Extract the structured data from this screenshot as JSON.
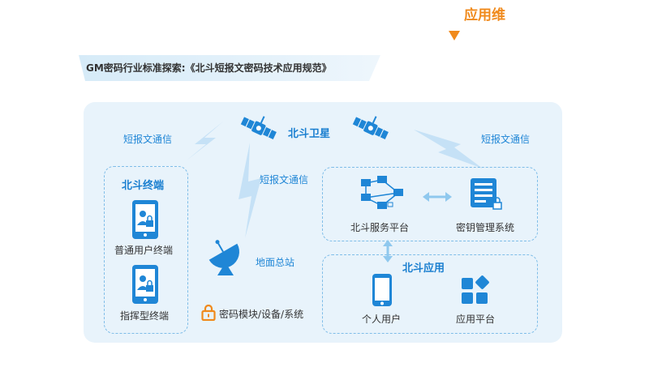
{
  "header": {
    "top_label": "应用维"
  },
  "banner": {
    "title": "GM密码行业标准探索:《北斗短报文密码技术应用规范》"
  },
  "diagram": {
    "satellite_label": "北斗卫星",
    "sms_left": "短报文通信",
    "sms_middle": "短报文通信",
    "sms_right": "短报文通信",
    "ground_station": "地面总站",
    "terminals": {
      "title": "北斗终端",
      "items": [
        "普通用户终端",
        "指挥型终端"
      ]
    },
    "platform": {
      "service": "北斗服务平台",
      "key_mgmt": "密钥管理系统"
    },
    "apps": {
      "title": "北斗应用",
      "items": [
        "个人用户",
        "应用平台"
      ]
    },
    "crypto_note": "密码模块/设备/系统",
    "colors": {
      "accent_orange": "#f08a1c",
      "accent_blue": "#1f86d6",
      "panel_bg": "#e8f3fb"
    }
  }
}
